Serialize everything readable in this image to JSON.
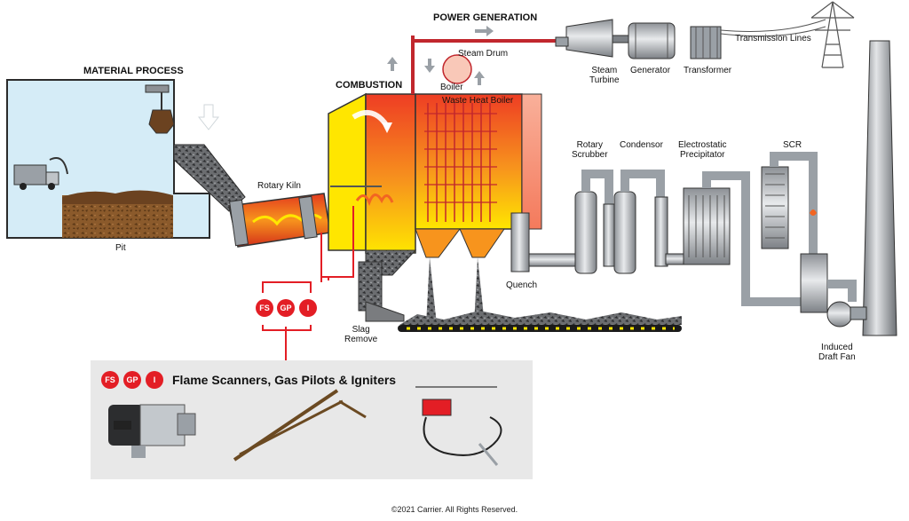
{
  "headings": {
    "material_process": "MATERIAL PROCESS",
    "combustion": "COMBUSTION",
    "power_generation": "POWER GENERATION"
  },
  "labels": {
    "pit": "Pit",
    "rotary_kiln": "Rotary Kiln",
    "slag_remove": "Slag\nRemove",
    "steam_drum": "Steam Drum",
    "boiler": "Boiler",
    "waste_heat_boiler": "Waste Heat Boiler",
    "steam_turbine": "Steam\nTurbine",
    "generator": "Generator",
    "transformer": "Transformer",
    "transmission_lines": "Transmission Lines",
    "rotary_scrubber": "Rotary\nScrubber",
    "condensor": "Condensor",
    "electrostatic_precipitator": "Electrostatic\nPrecipitator",
    "scr": "SCR",
    "quench": "Quench",
    "induced_draft_fan": "Induced\nDraft Fan"
  },
  "badges": {
    "fs": "FS",
    "gp": "GP",
    "i": "I"
  },
  "legend": {
    "title": "Flame Scanners, Gas Pilots & Igniters"
  },
  "colors": {
    "accent_red": "#e31e25",
    "pipe_gray": "#b8bcc0",
    "flame_orange": "#f26522",
    "flame_yellow": "#ffe600",
    "pit_blue": "#d5ecf7",
    "legend_bg": "#e8e8e8"
  },
  "copyright": "©2021 Carrier. All Rights Reserved."
}
